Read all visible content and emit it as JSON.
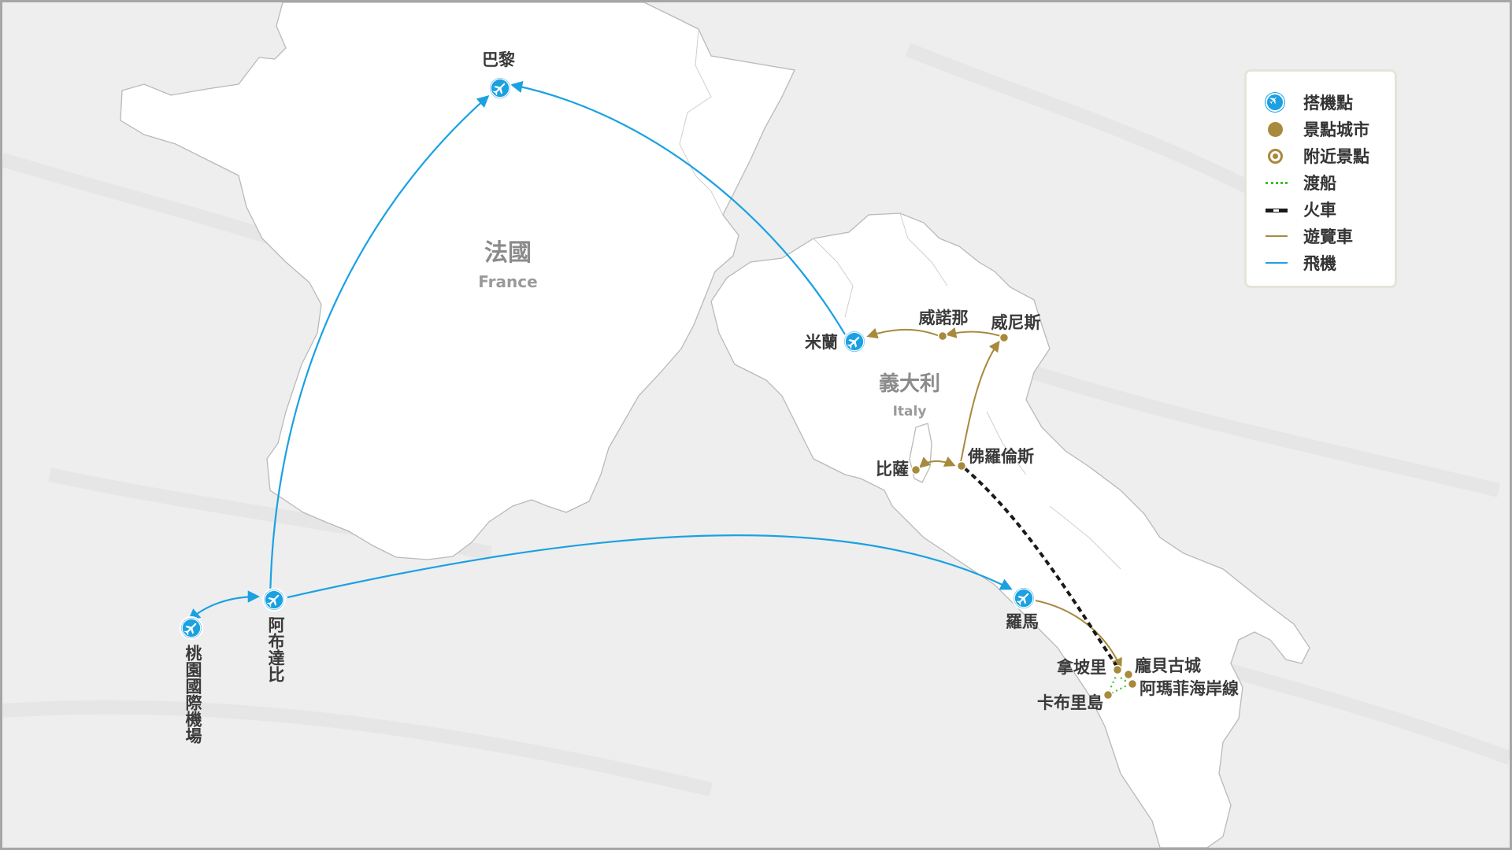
{
  "countries": {
    "france": {
      "name_zh": "法國",
      "name_en": "France"
    },
    "italy": {
      "name_zh": "義大利",
      "name_en": "Italy"
    }
  },
  "places": {
    "paris": "巴黎",
    "milan": "米蘭",
    "verona": "威諾那",
    "venice": "威尼斯",
    "florence": "佛羅倫斯",
    "pisa": "比薩",
    "rome": "羅馬",
    "naples": "拿坡里",
    "pompeii": "龐貝古城",
    "amalfi": "阿瑪菲海岸線",
    "capri": "卡布里島",
    "abu_dhabi": "阿布達比",
    "taoyuan": "桃園國際機場"
  },
  "legend": {
    "items": [
      {
        "label": "搭機點",
        "icon": "airport-icon"
      },
      {
        "label": "景點城市",
        "icon": "city-dot-icon"
      },
      {
        "label": "附近景點",
        "icon": "nearby-ring-icon"
      },
      {
        "label": "渡船",
        "icon": "ferry-line-icon"
      },
      {
        "label": "火車",
        "icon": "train-line-icon"
      },
      {
        "label": "遊覽車",
        "icon": "bus-line-icon"
      },
      {
        "label": "飛機",
        "icon": "flight-line-icon"
      }
    ]
  },
  "colors": {
    "flight": "#1ba1e2",
    "bus": "#a88a3d",
    "train": "#1a1a1a",
    "ferry": "#3fbf2a",
    "land": "#ffffff",
    "sea": "#eeeeee"
  }
}
